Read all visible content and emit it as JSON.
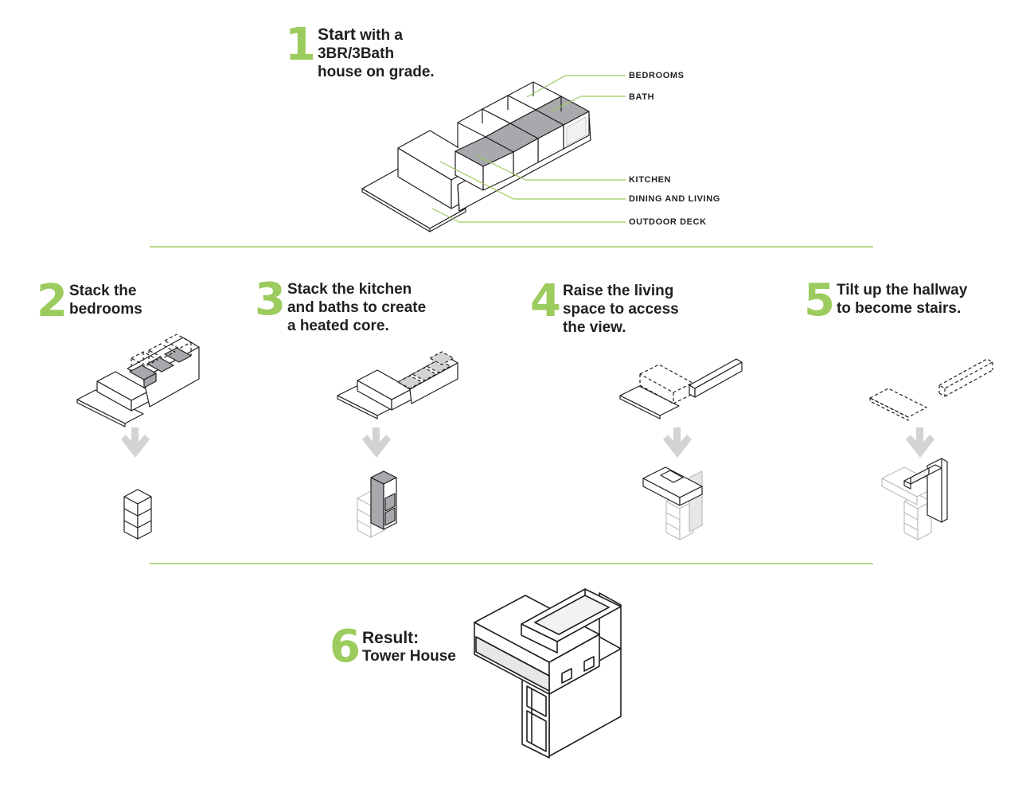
{
  "colors": {
    "accent": "#9ccb5e",
    "rule": "#b7d88a",
    "ink": "#231f20",
    "fill_dark": "#a7a9ac",
    "arrow": "#d1d3d4"
  },
  "steps": [
    {
      "number": "1",
      "bold": "Start",
      "rest_line1": " with a",
      "line2": "3BR/3Bath",
      "line3": "house on grade."
    },
    {
      "number": "2",
      "line1": "Stack the",
      "line2": "bedrooms"
    },
    {
      "number": "3",
      "line1": "Stack the kitchen",
      "line2": "and baths to create",
      "line3": "a heated core."
    },
    {
      "number": "4",
      "line1": "Raise the living",
      "line2": "space to access",
      "line3": "the view."
    },
    {
      "number": "5",
      "line1": "Tilt up the hallway",
      "line2": "to become stairs."
    },
    {
      "number": "6",
      "line1": "Result:",
      "line2": "Tower House"
    }
  ],
  "labels": {
    "bedrooms": "BEDROOMS",
    "bath": "BATH",
    "kitchen": "KITCHEN",
    "dining": "DINING AND LIVING",
    "deck": "OUTDOOR DECK"
  }
}
